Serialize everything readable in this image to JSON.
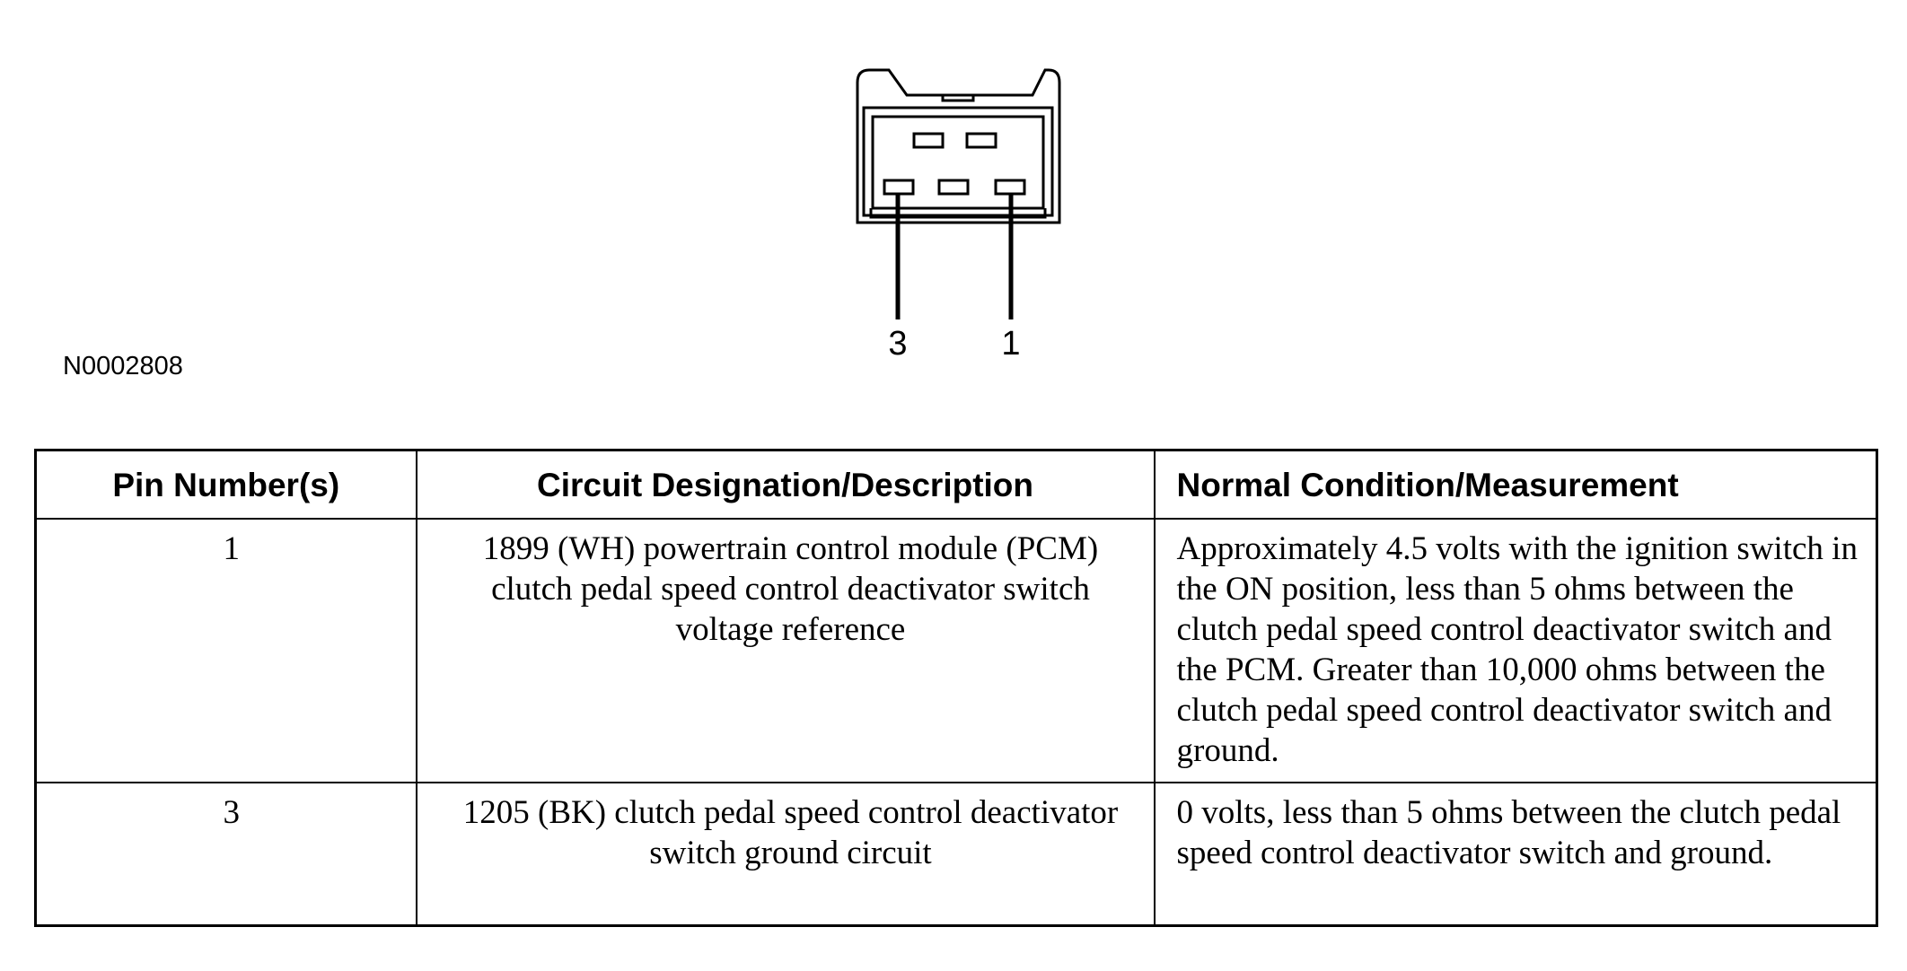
{
  "diagram": {
    "connector_pin_labels": [
      "3",
      "1"
    ],
    "reference_code": "N0002808"
  },
  "table": {
    "headers": {
      "pin": "Pin Number(s)",
      "circuit": "Circuit Designation/Description",
      "condition": "Normal Condition/Measurement"
    },
    "rows": [
      {
        "pin": "1",
        "circuit": "1899 (WH) powertrain control module (PCM) clutch pedal speed control deactivator switch voltage reference",
        "condition": "Approximately 4.5 volts with the ignition switch in the ON position, less than 5 ohms between the clutch pedal speed control deactivator switch and the PCM. Greater than 10,000 ohms between the clutch pedal speed control deactivator switch and ground."
      },
      {
        "pin": "3",
        "circuit": "1205 (BK) clutch pedal speed control deactivator switch ground circuit",
        "condition": "0 volts, less than 5 ohms between the clutch pedal speed control deactivator switch and ground."
      }
    ]
  }
}
